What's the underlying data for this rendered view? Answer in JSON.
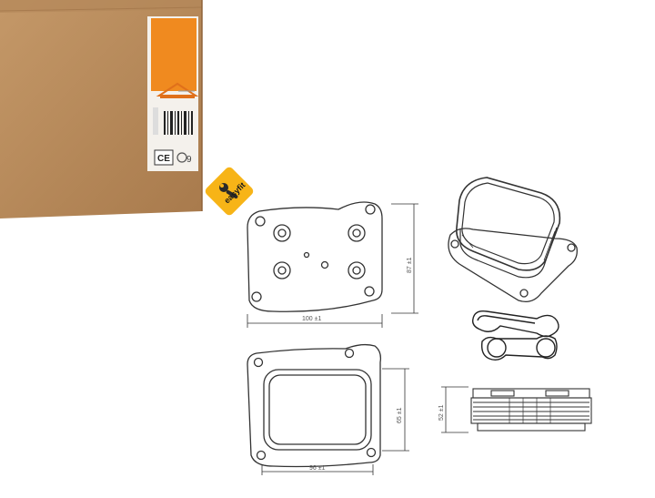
{
  "product": {
    "box_mark": "9",
    "badge_text": "easyfit"
  },
  "dimensions": {
    "top_view_width": "100 ±1",
    "top_view_height": "87 ±1",
    "bottom_view_width": "96 ±1",
    "bottom_view_height": "65 ±1",
    "side_view_height": "52 ±1"
  },
  "colors": {
    "box": "#b88a5c",
    "label_orange": "#f08a1f",
    "badge": "#f7b417",
    "line": "#333333"
  },
  "icons": [
    "wrench-icon",
    "barcode-icon",
    "ce-mark-icon",
    "recycle-icon"
  ]
}
